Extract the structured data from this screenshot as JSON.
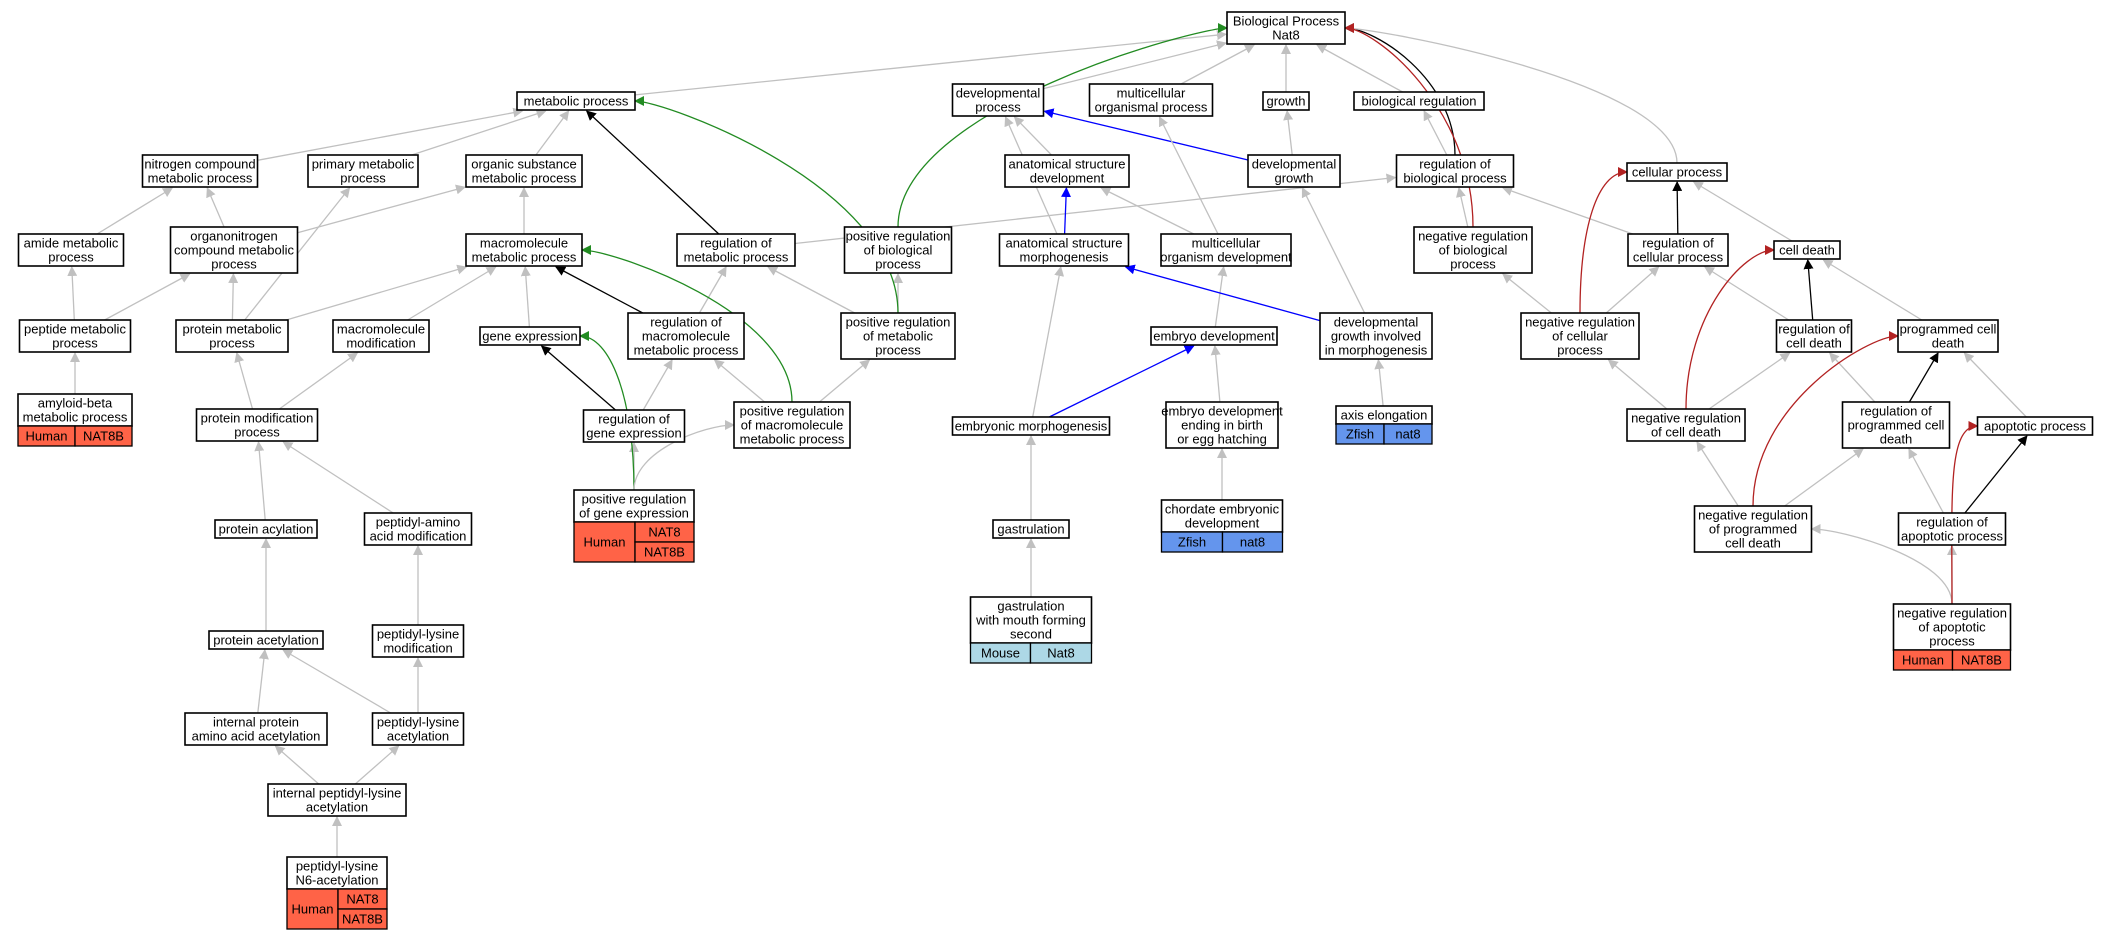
{
  "colors": {
    "edge_gray": "#c0c0c0",
    "edge_black": "#000000",
    "edge_green": "#228b22",
    "edge_blue": "#0000ff",
    "edge_red": "#b22222",
    "species_human": "#ff6347",
    "species_zfish": "#6495ed",
    "species_mouse": "#add8e6"
  },
  "nodes": {
    "bp": [
      "Biological Process",
      "Nat8"
    ],
    "metabolic": [
      "metabolic process"
    ],
    "devproc": [
      "developmental",
      "process"
    ],
    "multiorg": [
      "multicellular",
      "organismal process"
    ],
    "growth": [
      "growth"
    ],
    "bioreg": [
      "biological regulation"
    ],
    "nitrogen": [
      "nitrogen compound",
      "metabolic process"
    ],
    "primary": [
      "primary metabolic",
      "process"
    ],
    "organic": [
      "organic substance",
      "metabolic process"
    ],
    "asd": [
      "anatomical structure",
      "development"
    ],
    "devgrowth": [
      "developmental",
      "growth"
    ],
    "regbio": [
      "regulation of",
      "biological process"
    ],
    "cellproc": [
      "cellular process"
    ],
    "amide": [
      "amide metabolic",
      "process"
    ],
    "organonitrogen": [
      "organonitrogen",
      "compound metabolic",
      "process"
    ],
    "macromol": [
      "macromolecule",
      "metabolic process"
    ],
    "regmet": [
      "regulation of",
      "metabolic process"
    ],
    "posregbio": [
      "positive regulation",
      "of biological",
      "process"
    ],
    "asm": [
      "anatomical structure",
      "morphogenesis"
    ],
    "multidev": [
      "multicellular",
      "organism development"
    ],
    "negregbio": [
      "negative regulation",
      "of biological",
      "process"
    ],
    "regcell": [
      "regulation of",
      "cellular process"
    ],
    "celldeath": [
      "cell death"
    ],
    "peptide": [
      "peptide metabolic",
      "process"
    ],
    "protmet": [
      "protein metabolic",
      "process"
    ],
    "macromod": [
      "macromolecule",
      "modification"
    ],
    "geneexp": [
      "gene expression"
    ],
    "regmacro": [
      "regulation of",
      "macromolecule",
      "metabolic process"
    ],
    "posregmet": [
      "positive regulation",
      "of metabolic",
      "process"
    ],
    "embryodev": [
      "embryo development"
    ],
    "devgrowthmorph": [
      "developmental",
      "growth involved",
      "in morphogenesis"
    ],
    "negregcell": [
      "negative regulation",
      "of cellular",
      "process"
    ],
    "regcelldeath": [
      "regulation of",
      "cell death"
    ],
    "pcd": [
      "programmed cell",
      "death"
    ],
    "amyloid": [
      "amyloid-beta",
      "metabolic process"
    ],
    "protmod": [
      "protein modification",
      "process"
    ],
    "reggene": [
      "regulation of",
      "gene expression"
    ],
    "posregmacro": [
      "positive regulation",
      "of macromolecule",
      "metabolic process"
    ],
    "embmorph": [
      "embryonic morphogenesis"
    ],
    "embhatch": [
      "embryo development",
      "ending in birth",
      "or egg hatching"
    ],
    "axis": [
      "axis elongation"
    ],
    "negregcd": [
      "negative regulation",
      "of cell death"
    ],
    "regpcd": [
      "regulation of",
      "programmed cell",
      "death"
    ],
    "apoptotic": [
      "apoptotic process"
    ],
    "protacyl": [
      "protein acylation"
    ],
    "peptamino": [
      "peptidyl-amino",
      "acid modification"
    ],
    "posreggene": [
      "positive regulation",
      "of gene expression"
    ],
    "gastrulation": [
      "gastrulation"
    ],
    "chordate": [
      "chordate embryonic",
      "development"
    ],
    "negregpcd": [
      "negative regulation",
      "of programmed",
      "cell death"
    ],
    "regapop": [
      "regulation of",
      "apoptotic process"
    ],
    "protacet": [
      "protein acetylation"
    ],
    "peptlysmod": [
      "peptidyl-lysine",
      "modification"
    ],
    "gastmouth": [
      "gastrulation",
      "with mouth forming",
      "second"
    ],
    "negregapop": [
      "negative regulation",
      "of apoptotic",
      "process"
    ],
    "intprot": [
      "internal protein",
      "amino acid acetylation"
    ],
    "peptlysacet": [
      "peptidyl-lysine",
      "acetylation"
    ],
    "intpeptlys": [
      "internal peptidyl-lysine",
      "acetylation"
    ],
    "n6": [
      "peptidyl-lysine",
      "N6-acetylation"
    ]
  },
  "annotations": {
    "amyloid": {
      "species": "Human",
      "genes": [
        "NAT8B"
      ]
    },
    "posreggene": {
      "species": "Human",
      "genes": [
        "NAT8",
        "NAT8B"
      ]
    },
    "n6": {
      "species": "Human",
      "genes": [
        "NAT8",
        "NAT8B"
      ]
    },
    "axis": {
      "species": "Zfish",
      "genes": [
        "nat8"
      ]
    },
    "chordate": {
      "species": "Zfish",
      "genes": [
        "nat8"
      ]
    },
    "gastmouth": {
      "species": "Mouse",
      "genes": [
        "Nat8"
      ]
    },
    "negregapop": {
      "species": "Human",
      "genes": [
        "NAT8B"
      ]
    }
  }
}
